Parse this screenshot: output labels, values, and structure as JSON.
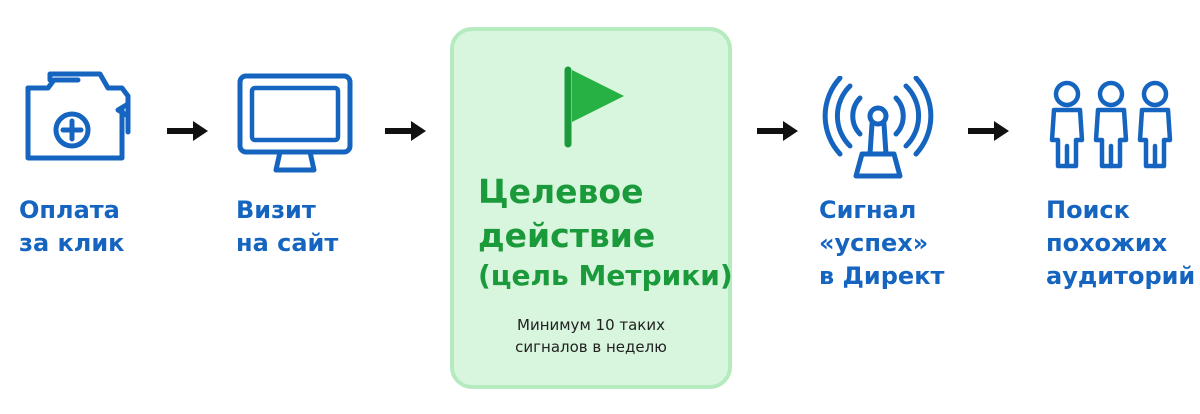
{
  "colors": {
    "accent_blue": "#1565c0",
    "accent_green": "#1a9a3a",
    "flag_green": "#27b044",
    "arrow": "#111111",
    "card_fill": "#d8f5dd",
    "card_border": "#b5ebbe"
  },
  "steps": [
    {
      "icon": "wallet-plus-icon",
      "lines": [
        "Оплата",
        "за клик"
      ]
    },
    {
      "icon": "monitor-icon",
      "lines": [
        "Визит",
        "на сайт"
      ]
    },
    {
      "icon": "flag-icon",
      "lines": [
        "Целевое",
        "действие",
        "(цель Метрики)"
      ],
      "note_lines": [
        "Минимум 10 таких",
        "сигналов в неделю"
      ],
      "highlighted": true
    },
    {
      "icon": "antenna-signal-icon",
      "lines": [
        "Сигнал",
        "«успех»",
        "в Директ"
      ]
    },
    {
      "icon": "people-group-icon",
      "lines": [
        "Поиск",
        "похожих",
        "аудиторий"
      ]
    }
  ],
  "connectors": [
    {
      "icon": "arrow-right-icon"
    },
    {
      "icon": "arrow-right-icon"
    },
    {
      "icon": "arrow-right-icon"
    },
    {
      "icon": "arrow-right-icon"
    }
  ]
}
